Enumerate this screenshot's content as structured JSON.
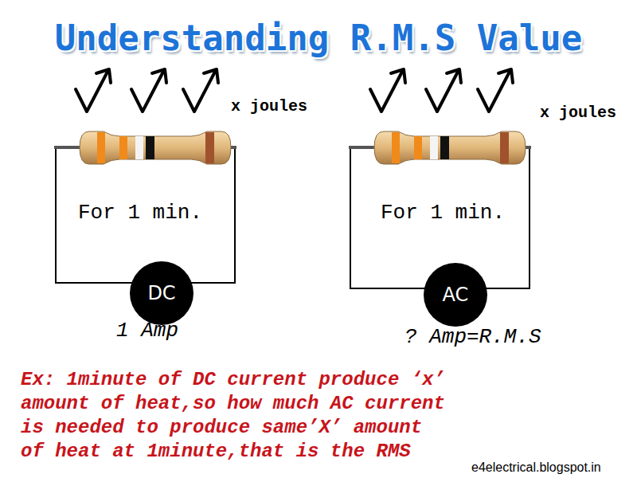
{
  "diagram": {
    "title": "Understanding R.M.S Value",
    "nodes": [
      {
        "text": [
          "DC"
        ]
      },
      {
        "text": [
          "AC"
        ]
      }
    ],
    "labels": [
      "x joules",
      "x joules",
      "For 1 min.",
      "For 1 min.",
      "1 Amp",
      "? Amp=R.M.S",
      "Ex: 1minute of DC current produce ‘x’ amount of heat,so how much AC current is needed to produce same’X’ amount of heat at 1minute,that is the RMS",
      "e4electrical.blogspot.in"
    ]
  }
}
